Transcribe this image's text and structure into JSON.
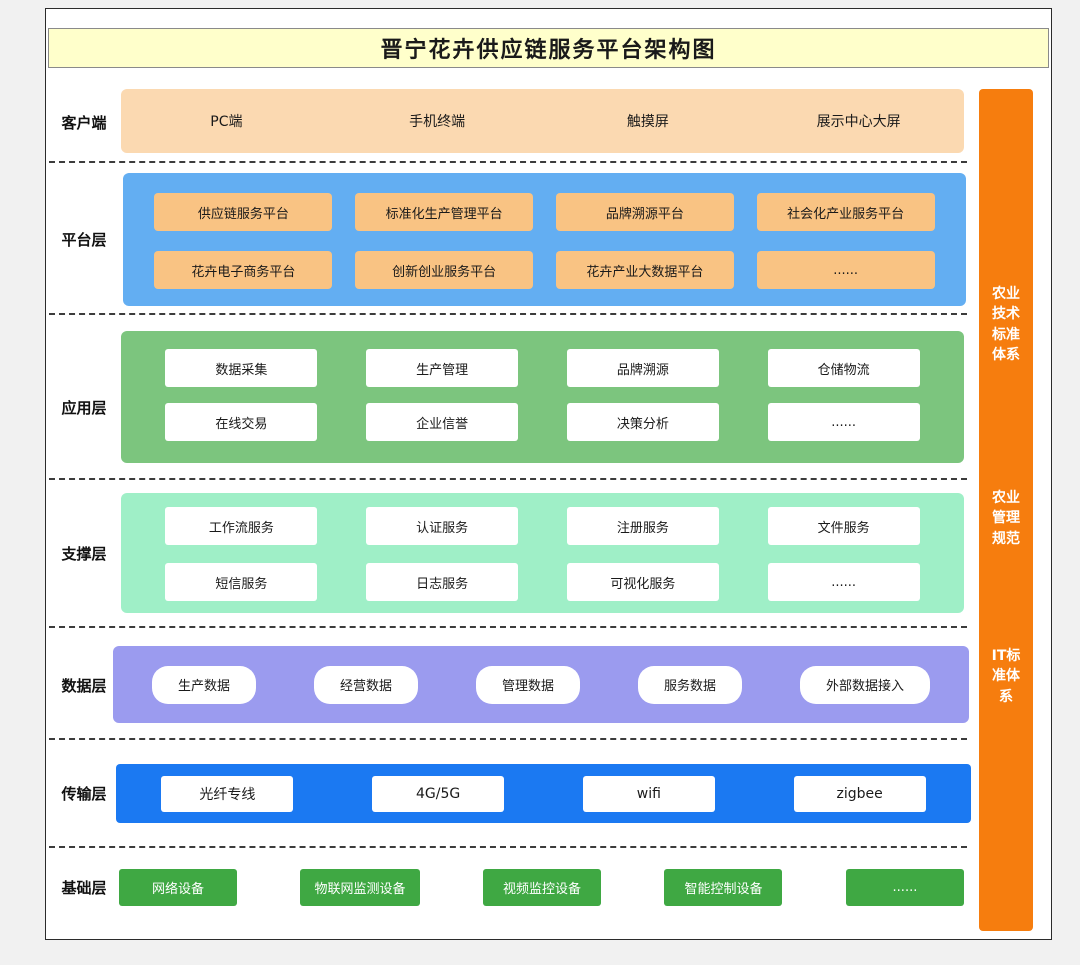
{
  "page": {
    "title": "晋宁花卉供应链服务平台架构图"
  },
  "right_bar": {
    "sections": [
      "农业技术标准体系",
      "农业管理规范",
      "IT标准体系"
    ]
  },
  "layers": {
    "client": {
      "label": "客户端",
      "items": [
        "PC端",
        "手机终端",
        "触摸屏",
        "展示中心大屏"
      ]
    },
    "platform": {
      "label": "平台层",
      "row1": [
        "供应链服务平台",
        "标准化生产管理平台",
        "品牌溯源平台",
        "社会化产业服务平台"
      ],
      "row2": [
        "花卉电子商务平台",
        "创新创业服务平台",
        "花卉产业大数据平台",
        "......"
      ]
    },
    "application": {
      "label": "应用层",
      "row1": [
        "数据采集",
        "生产管理",
        "品牌溯源",
        "仓储物流"
      ],
      "row2": [
        "在线交易",
        "企业信誉",
        "决策分析",
        "......"
      ]
    },
    "support": {
      "label": "支撑层",
      "row1": [
        "工作流服务",
        "认证服务",
        "注册服务",
        "文件服务"
      ],
      "row2": [
        "短信服务",
        "日志服务",
        "可视化服务",
        "......"
      ]
    },
    "data": {
      "label": "数据层",
      "items": [
        "生产数据",
        "经营数据",
        "管理数据",
        "服务数据",
        "外部数据接入"
      ]
    },
    "transport": {
      "label": "传输层",
      "items": [
        "光纤专线",
        "4G/5G",
        "wifi",
        "zigbee"
      ]
    },
    "infrastructure": {
      "label": "基础层",
      "items": [
        "网络设备",
        "物联网监测设备",
        "视频监控设备",
        "智能控制设备",
        "......"
      ]
    }
  },
  "colors": {
    "page_background": "#f1f1f1",
    "title_bg": "#ffffcb",
    "client_band": "#fbd9b1",
    "platform_band": "#63aef2",
    "platform_box": "#f9c383",
    "application_band": "#7cc57e",
    "support_band": "#9fefc7",
    "data_band": "#9b9bef",
    "transport_band": "#1b79f2",
    "infrastructure_box": "#3fa843",
    "right_bar": "#f67d0e"
  }
}
